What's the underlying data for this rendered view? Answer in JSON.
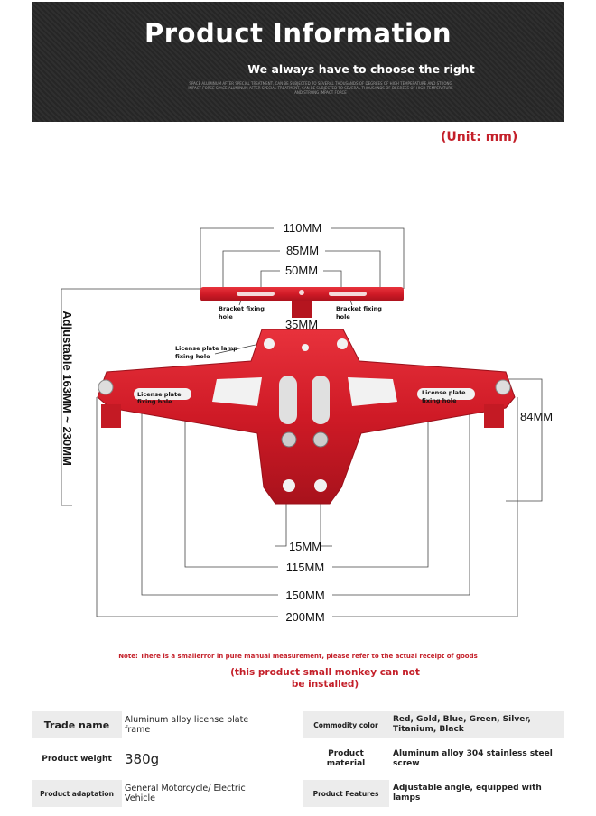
{
  "banner": {
    "title": "Product Information",
    "subtitle": "We always have to choose the right",
    "fine_print": "SPACE ALUMINUM AFTER SPECIAL TREATMENT, CAN BE SUBJECTED TO SEVERAL THOUSANDS OF DEGREES OF HIGH TEMPERATURE AND STRONG IMPACT FORCE SPACE ALUMINUM AFTER SPECIAL TREATMENT, CAN BE SUBJECTED TO SEVERAL THOUSANDS OF DEGREES OF HIGH TEMPERATURE AND STRONG IMPACT FORCE"
  },
  "unit": "(Unit: mm)",
  "colors": {
    "accent_red": "#c4202a",
    "part_red": "#d41c28",
    "banner_bg": "#2a2a2a"
  },
  "dimensions": {
    "top_110": "110MM",
    "top_85": "85MM",
    "top_50": "50MM",
    "bracket_35": "35MM",
    "right_84": "84MM",
    "vertical_adjustable": "Adjustable 163MM ~ 230MM",
    "bottom_15": "15MM",
    "bottom_115": "115MM",
    "bottom_150": "150MM",
    "bottom_200": "200MM"
  },
  "labels": {
    "bracket_left": [
      "Bracket fixing",
      "hole"
    ],
    "bracket_right": [
      "Bracket fixing",
      "hole"
    ],
    "lamp": [
      "License plate lamp",
      "fixing hole"
    ],
    "plate_left": [
      "License plate",
      "fixing hole"
    ],
    "plate_right": [
      "License plate",
      "fixing hole"
    ]
  },
  "note": "Note: There is a smallerror in pure manual measurement, please refer to the actual receipt of goods",
  "note2": "(this product small monkey can not be installed)",
  "specs": {
    "trade_name_label": "Trade name",
    "trade_name_value": "Aluminum alloy license plate frame",
    "color_label": "Commodity color",
    "color_value": "Red, Gold, Blue, Green, Silver, Titanium, Black",
    "weight_label": "Product weight",
    "weight_value": "380g",
    "material_label_1": "Product",
    "material_label_2": "material",
    "material_value": "Aluminum alloy 304 stainless steel screw",
    "adaptation_label": "Product adaptation",
    "adaptation_value": "General Motorcycle/ Electric Vehicle",
    "features_label": "Product Features",
    "features_value": "Adjustable angle, equipped with lamps"
  }
}
